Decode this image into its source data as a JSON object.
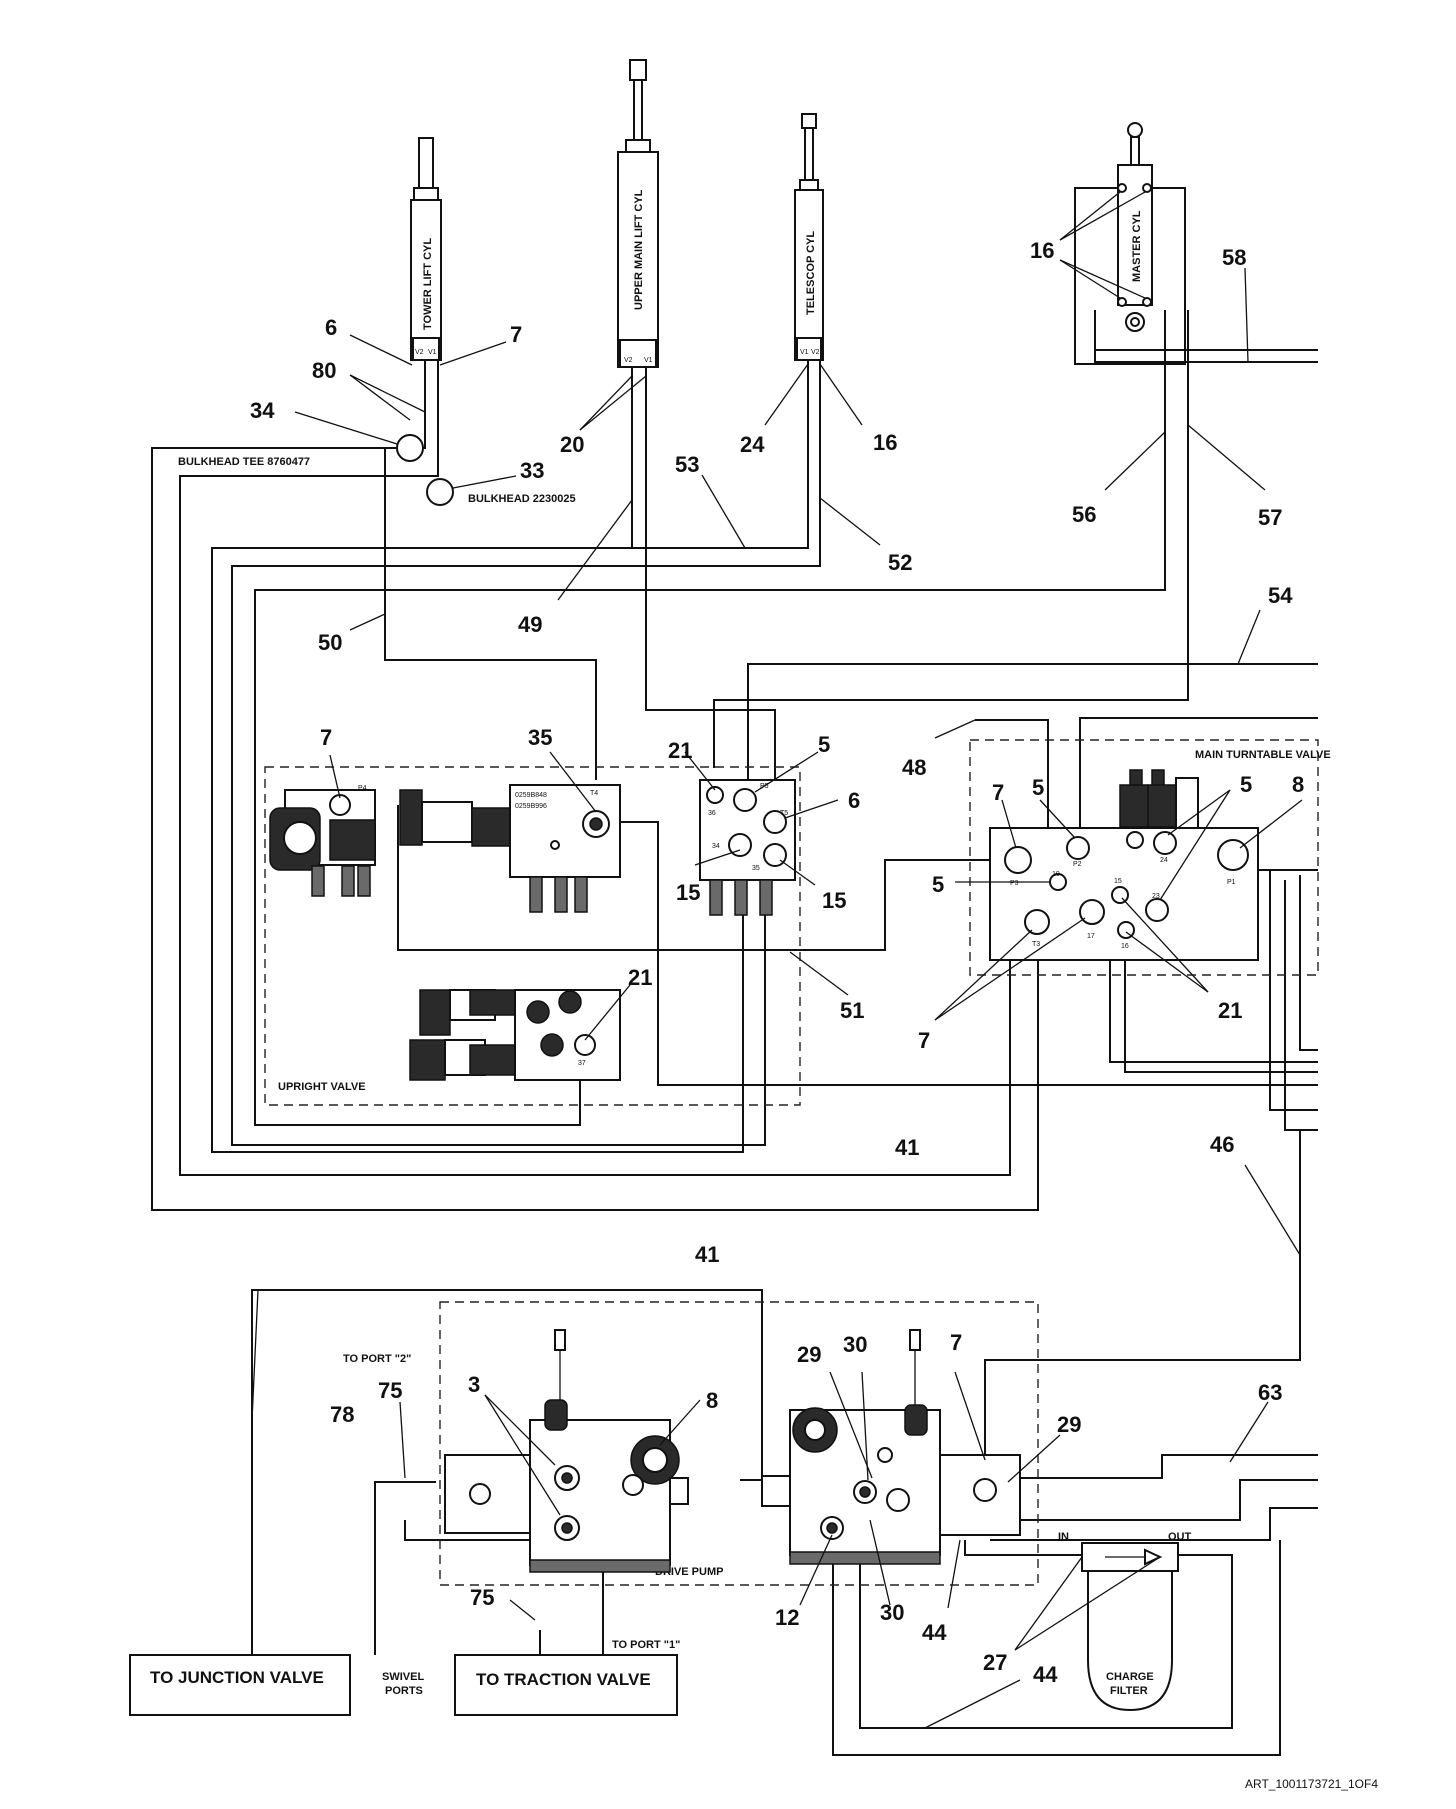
{
  "cylinders": {
    "tower_lift": "TOWER LIFT CYL",
    "upper_main_lift": "UPPER MAIN LIFT CYL",
    "telescope": "TELESCOP CYL",
    "master": "MASTER CYL"
  },
  "port_labels": {
    "v1": "V1",
    "v2": "V2",
    "p1": "P1",
    "p2": "P2",
    "p3": "P3",
    "p4": "P4",
    "t3": "T3",
    "t4": "T4",
    "t5": "T5",
    "p5": "P5",
    "n15": "15",
    "n16": "16",
    "n17": "17",
    "n19": "19",
    "n23": "23",
    "n24": "24",
    "n34": "34",
    "n35": "35",
    "n36": "36",
    "n37": "37",
    "part_a": "0259B848",
    "part_b": "0259B996"
  },
  "labels": {
    "bulkhead_tee": "BULKHEAD TEE 8760477",
    "bulkhead": "BULKHEAD 2230025",
    "main_turntable_valve": "MAIN TURNTABLE VALVE",
    "upright_valve": "UPRIGHT VALVE",
    "drive_pump": "DRIVE PUMP",
    "to_port_2": "TO PORT \"2\"",
    "to_port_1": "TO PORT \"1\"",
    "swivel_ports_line1": "SWIVEL",
    "swivel_ports_line2": "PORTS",
    "to_junction_valve": "TO JUNCTION VALVE",
    "to_traction_valve": "TO TRACTION VALVE",
    "charge_filter_line1": "CHARGE",
    "charge_filter_line2": "FILTER",
    "filter_in": "IN",
    "filter_out": "OUT",
    "art_id": "ART_1001173721_1OF4"
  },
  "callouts": {
    "c6a": "6",
    "c7a": "7",
    "c80": "80",
    "c34": "34",
    "c33": "33",
    "c20": "20",
    "c24": "24",
    "c16a": "16",
    "c16b": "16",
    "c58": "58",
    "c53": "53",
    "c52": "52",
    "c56": "56",
    "c57": "57",
    "c49": "49",
    "c50": "50",
    "c54": "54",
    "c48": "48",
    "c7b": "7",
    "c35": "35",
    "c21a": "21",
    "c5a": "5",
    "c6b": "6",
    "c15a": "15",
    "c15b": "15",
    "c21b": "21",
    "c51": "51",
    "c7c": "7",
    "c5b": "5",
    "c5c": "5",
    "c8a": "8",
    "c5d": "5",
    "c7d": "7",
    "c21c": "21",
    "c41a": "41",
    "c41b": "41",
    "c46": "46",
    "c29a": "29",
    "c30a": "30",
    "c7e": "7",
    "c3": "3",
    "c8b": "8",
    "c78": "78",
    "c75a": "75",
    "c75b": "75",
    "c63": "63",
    "c29b": "29",
    "c12": "12",
    "c30b": "30",
    "c44a": "44",
    "c27": "27",
    "c44b": "44"
  }
}
